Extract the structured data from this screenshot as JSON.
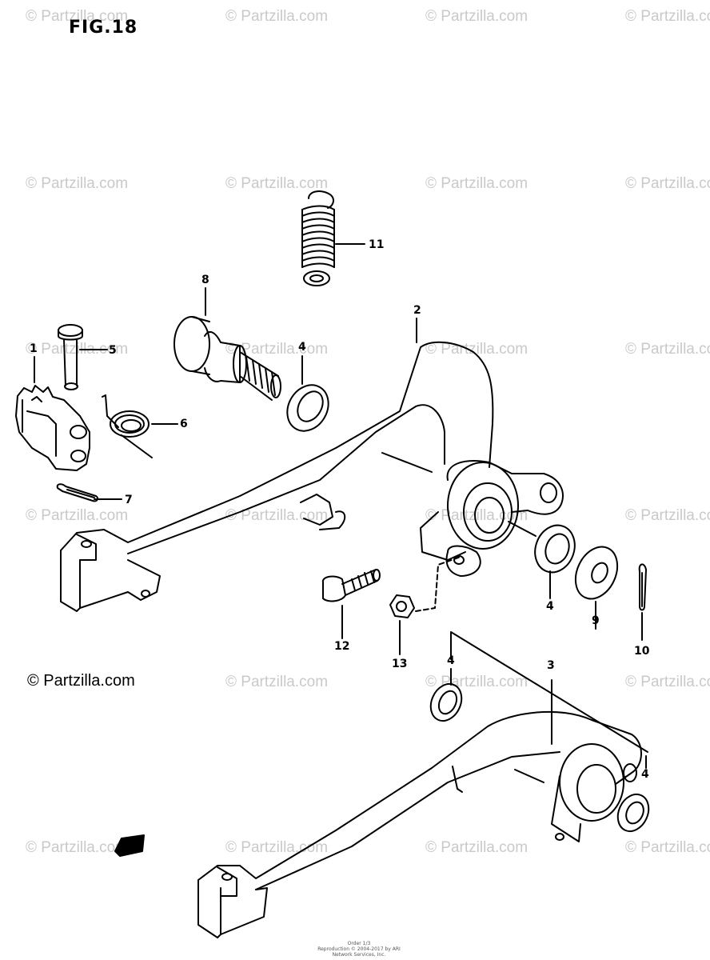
{
  "figure": {
    "title": "FIG.18"
  },
  "watermark": {
    "text": "© Partzilla.com"
  },
  "copyright": "© Partzilla.com",
  "footer": {
    "line1": "Order 1/3",
    "line2": "Reproduction © 2004-2017 by ARI Network Services, Inc."
  },
  "callouts": {
    "c1": "1",
    "c2": "2",
    "c3": "3",
    "c4a": "4",
    "c4b": "4",
    "c4c": "4",
    "c4d": "4",
    "c5": "5",
    "c6": "6",
    "c7": "7",
    "c8": "8",
    "c9": "9",
    "c10": "10",
    "c11": "11",
    "c12": "12",
    "c13": "13"
  },
  "colors": {
    "line": "#000000",
    "watermark": "#c9c9c9",
    "background": "#ffffff"
  }
}
